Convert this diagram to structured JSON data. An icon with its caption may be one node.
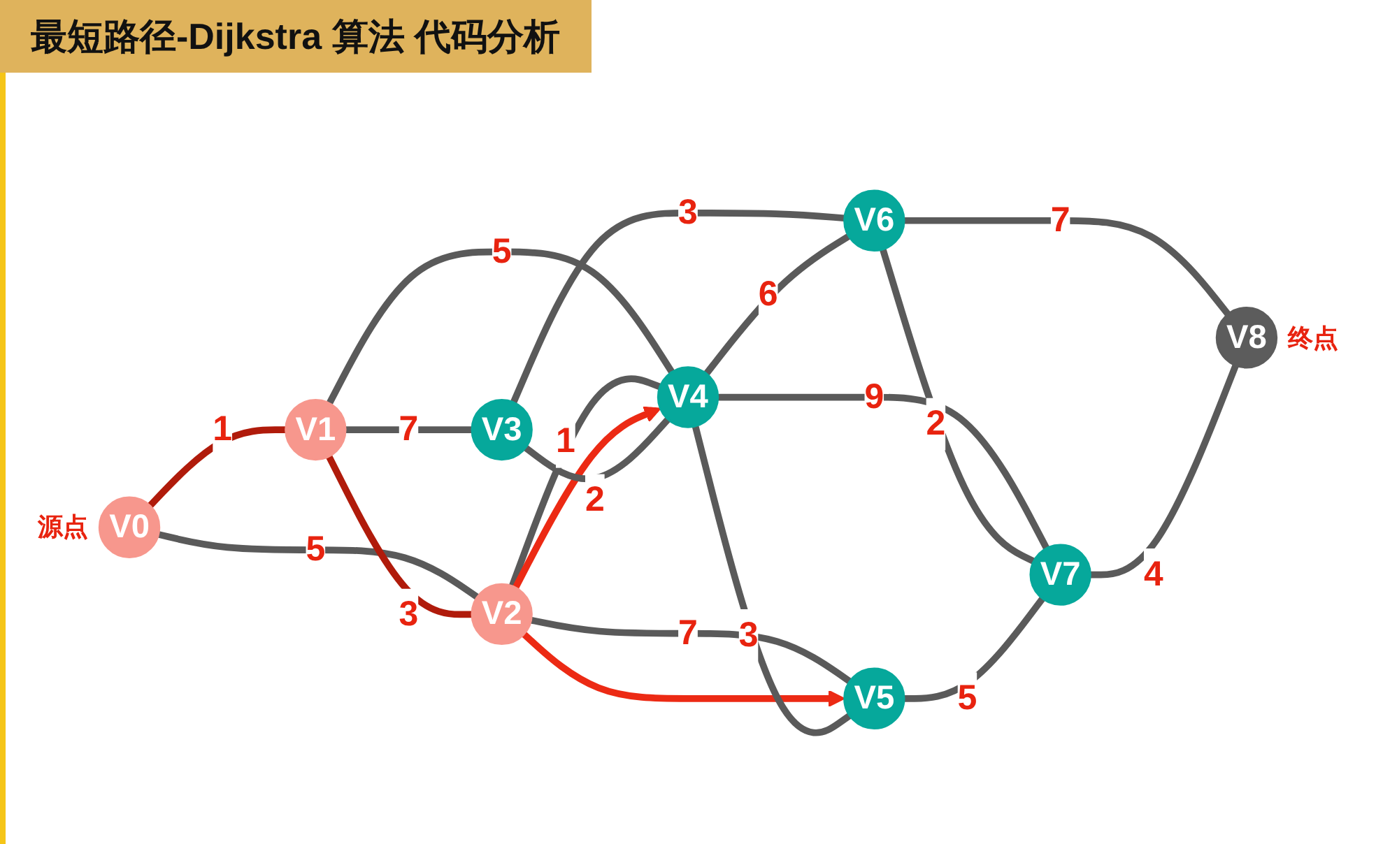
{
  "diagram": {
    "title": "最短路径-Dijkstra 算法 代码分析",
    "nodes": [
      {
        "text": [
          "V0"
        ],
        "beside": [
          "源点"
        ]
      },
      {
        "text": [
          "V1"
        ]
      },
      {
        "text": [
          "V2"
        ]
      },
      {
        "text": [
          "V3"
        ]
      },
      {
        "text": [
          "V4"
        ]
      },
      {
        "text": [
          "V5"
        ]
      },
      {
        "text": [
          "V6"
        ]
      },
      {
        "text": [
          "V7"
        ]
      },
      {
        "text": [
          "V8"
        ],
        "beside": [
          "终点"
        ]
      }
    ],
    "edges": [
      {
        "from": 0,
        "to": 1,
        "arrow": "none",
        "label": "1",
        "color": "#b01b0b"
      },
      {
        "from": 0,
        "to": 2,
        "arrow": "none",
        "label": "5"
      },
      {
        "from": 1,
        "to": 2,
        "arrow": "none",
        "label": "3",
        "color": "#b01b0b"
      },
      {
        "from": 1,
        "to": 3,
        "arrow": "none",
        "label": "7"
      },
      {
        "from": 1,
        "to": 4,
        "arrow": "none",
        "label": "5"
      },
      {
        "from": 2,
        "to": 4,
        "arrow": "none",
        "label": "1"
      },
      {
        "from": 2,
        "to": 4,
        "arrow": "to",
        "color": "#ec2a14"
      },
      {
        "from": 2,
        "to": 5,
        "arrow": "none",
        "label": "7"
      },
      {
        "from": 2,
        "to": 5,
        "arrow": "to",
        "color": "#ec2a14"
      },
      {
        "from": 3,
        "to": 4,
        "arrow": "none",
        "label": "2"
      },
      {
        "from": 3,
        "to": 6,
        "arrow": "none",
        "label": "3"
      },
      {
        "from": 4,
        "to": 6,
        "arrow": "none",
        "label": "6"
      },
      {
        "from": 4,
        "to": 5,
        "arrow": "none",
        "label": "3"
      },
      {
        "from": 4,
        "to": 7,
        "arrow": "none",
        "label": "9"
      },
      {
        "from": 6,
        "to": 7,
        "arrow": "none",
        "label": "2"
      },
      {
        "from": 5,
        "to": 7,
        "arrow": "none",
        "label": "5"
      },
      {
        "from": 6,
        "to": 8,
        "arrow": "none",
        "label": "7"
      },
      {
        "from": 7,
        "to": 8,
        "arrow": "none",
        "label": "4"
      }
    ]
  }
}
